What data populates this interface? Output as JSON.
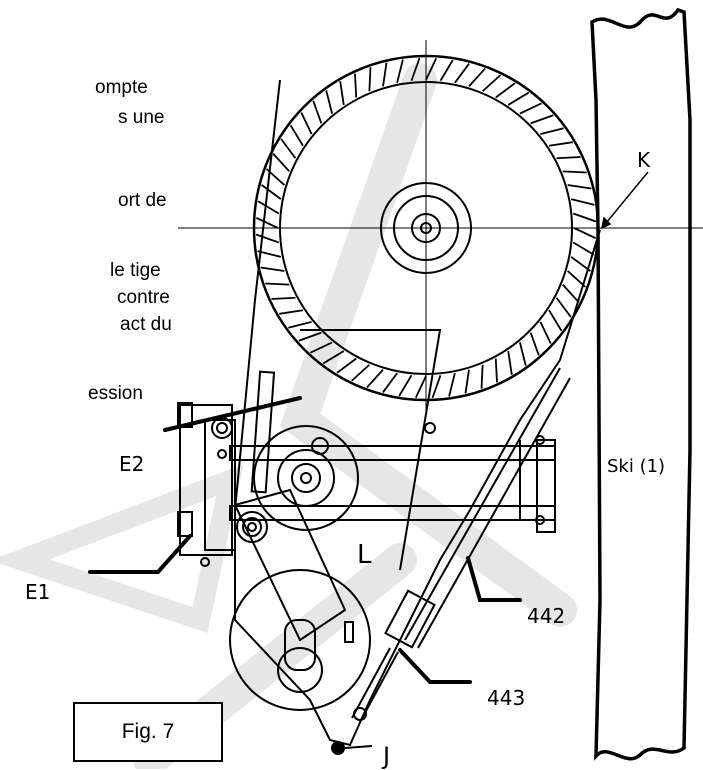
{
  "text_fragments": [
    "ompte",
    "s une",
    "ort de",
    "le tige",
    "contre",
    "act du",
    "ession"
  ],
  "labels": {
    "k": "K",
    "e2": "E2",
    "e1": "E1",
    "l": "L",
    "ski": "Ski (1)",
    "n442": "442",
    "n443": "443",
    "j": "J"
  },
  "figure_caption": "Fig. 7",
  "colors": {
    "ink": "#000000",
    "watermark": "#e4e4e4",
    "background": "#ffffff"
  }
}
